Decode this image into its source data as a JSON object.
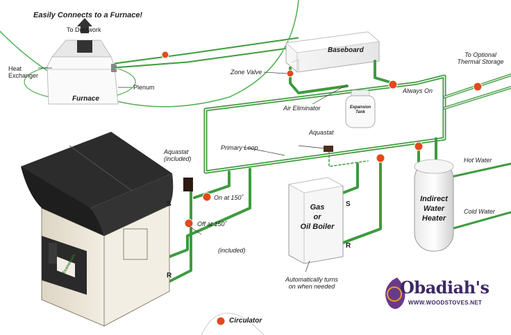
{
  "colors": {
    "pipe": "#3e9b3e",
    "pipe_dark": "#2d7a2d",
    "valve": "#e24a1c",
    "inset_circle": "#4caf50",
    "furnace_roof": "#2c2c2c",
    "furnace_body": "#efe9dc",
    "brand": "#3b2a63",
    "brand_accent": "#6a3a8a"
  },
  "inset": {
    "title": "Easily Connects to a Furnace!",
    "to_ductwork": "To Ductwork",
    "heat_exchanger": "Heat\nExchanger",
    "plenum": "Plenum",
    "furnace": "Furnace"
  },
  "labels": {
    "baseboard": "Baseboard",
    "zone_valve": "Zone Valve",
    "air_eliminator": "Air Eliminator",
    "expansion_tank": "Expansion\nTank",
    "always_on": "Always On",
    "to_optional_storage": "To Optional\nThermal Storage",
    "aquastat_included": "Aquastat\n(included)",
    "primary_loop": "Primary Loop",
    "aquastat": "Aquastat",
    "on_at": "On at 150˚",
    "off_at": "Off at 150˚",
    "included": "(included)",
    "s_left": "S",
    "r_left": "R",
    "boiler": "Gas\nor\nOil Boiler",
    "s_boiler": "S",
    "r_boiler": "R",
    "auto_turns": "Automatically turns\non when needed",
    "indirect_heater": "Indirect\nWater\nHeater",
    "hot_water": "Hot Water",
    "cold_water": "Cold Water",
    "circulator": "Circulator",
    "outdoor_unit_brand": "Econoburn"
  },
  "logo": {
    "name": "Obadiah's",
    "url": "WWW.WOODSTOVES.NET"
  }
}
